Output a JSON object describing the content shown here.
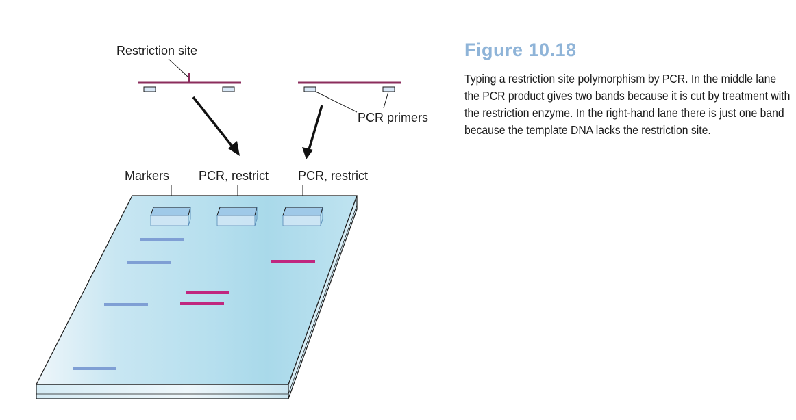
{
  "figure": {
    "title": "Figure 10.18",
    "caption": "Typing a restriction site polymorphism by PCR. In the middle lane the PCR product gives two bands because it is cut by treatment with the restriction enzyme. In the right-hand lane there is just one band because the template DNA lacks the restriction site."
  },
  "labels": {
    "restriction_site": "Restriction site",
    "pcr_primers": "PCR primers",
    "lane_markers": "Markers",
    "lane_middle": "PCR, restrict",
    "lane_right": "PCR, restrict"
  },
  "colors": {
    "dna": "#8b2d5c",
    "marker_band": "#7f9fd4",
    "product_band": "#c0277f",
    "gel": "#b6dfee",
    "well": "#9fc9e8"
  }
}
